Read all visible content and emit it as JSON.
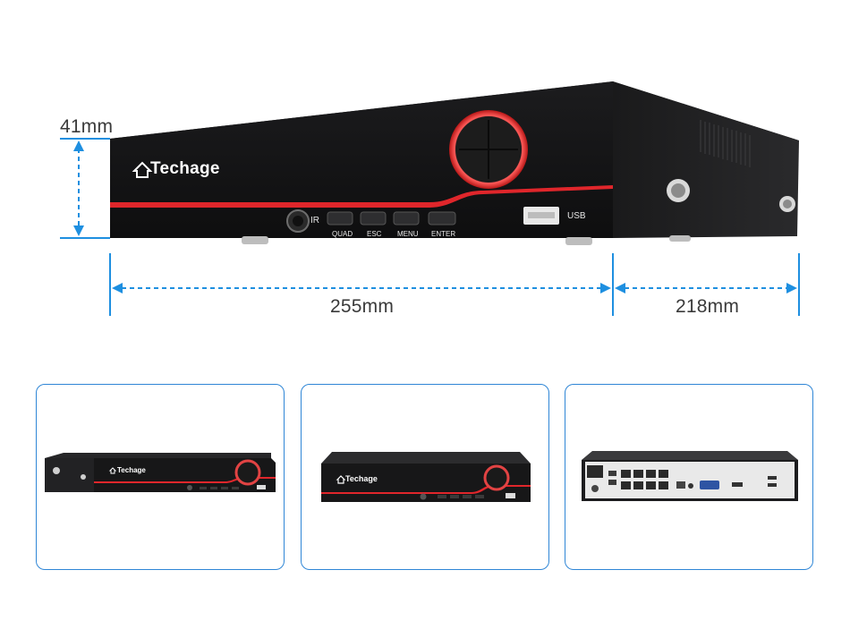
{
  "brand": "Techage",
  "dimensions": {
    "height": "41mm",
    "width": "255mm",
    "depth": "218mm"
  },
  "front_buttons": [
    "QUAD",
    "ESC",
    "MENU",
    "ENTER"
  ],
  "labels": {
    "ir": "IR",
    "usb": "USB"
  },
  "colors": {
    "accent_red": "#e0262b",
    "dimension_blue": "#1e8fe0",
    "panel_border": "#2f86d6",
    "case_black": "#1b1b1d"
  },
  "thumbnails": [
    {
      "view": "side",
      "brand": "Techage"
    },
    {
      "view": "front",
      "brand": "Techage"
    },
    {
      "view": "rear"
    }
  ]
}
